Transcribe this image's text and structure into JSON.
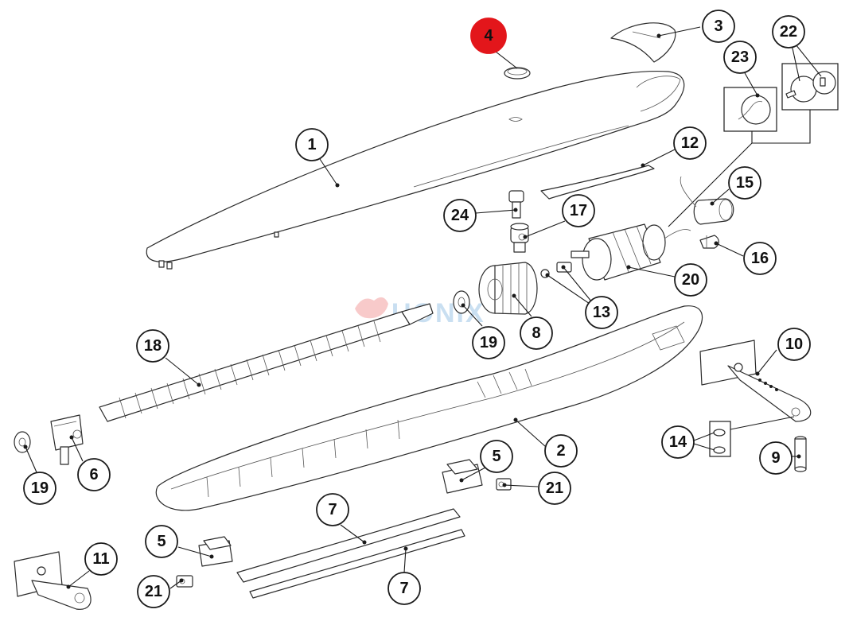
{
  "diagram": {
    "watermark": "UONIX",
    "highlight_color": "#e3161b",
    "callouts": [
      {
        "id": "c4a",
        "label": "4",
        "highlight": true
      },
      {
        "id": "c3",
        "label": "3"
      },
      {
        "id": "c22",
        "label": "22"
      },
      {
        "id": "c23",
        "label": "23"
      },
      {
        "id": "c1",
        "label": "1"
      },
      {
        "id": "c12",
        "label": "12"
      },
      {
        "id": "c15",
        "label": "15"
      },
      {
        "id": "c24",
        "label": "24"
      },
      {
        "id": "c17",
        "label": "17"
      },
      {
        "id": "c16",
        "label": "16"
      },
      {
        "id": "c20",
        "label": "20"
      },
      {
        "id": "c13",
        "label": "13"
      },
      {
        "id": "c8",
        "label": "8"
      },
      {
        "id": "c19a",
        "label": "19"
      },
      {
        "id": "c18",
        "label": "18"
      },
      {
        "id": "c10",
        "label": "10"
      },
      {
        "id": "c2",
        "label": "2"
      },
      {
        "id": "c14",
        "label": "14"
      },
      {
        "id": "c9",
        "label": "9"
      },
      {
        "id": "c6",
        "label": "6"
      },
      {
        "id": "c19b",
        "label": "19"
      },
      {
        "id": "c5a",
        "label": "5"
      },
      {
        "id": "c21a",
        "label": "21"
      },
      {
        "id": "c7a",
        "label": "7"
      },
      {
        "id": "c5b",
        "label": "5"
      },
      {
        "id": "c11",
        "label": "11"
      },
      {
        "id": "c21b",
        "label": "21"
      },
      {
        "id": "c7b",
        "label": "7"
      }
    ]
  }
}
